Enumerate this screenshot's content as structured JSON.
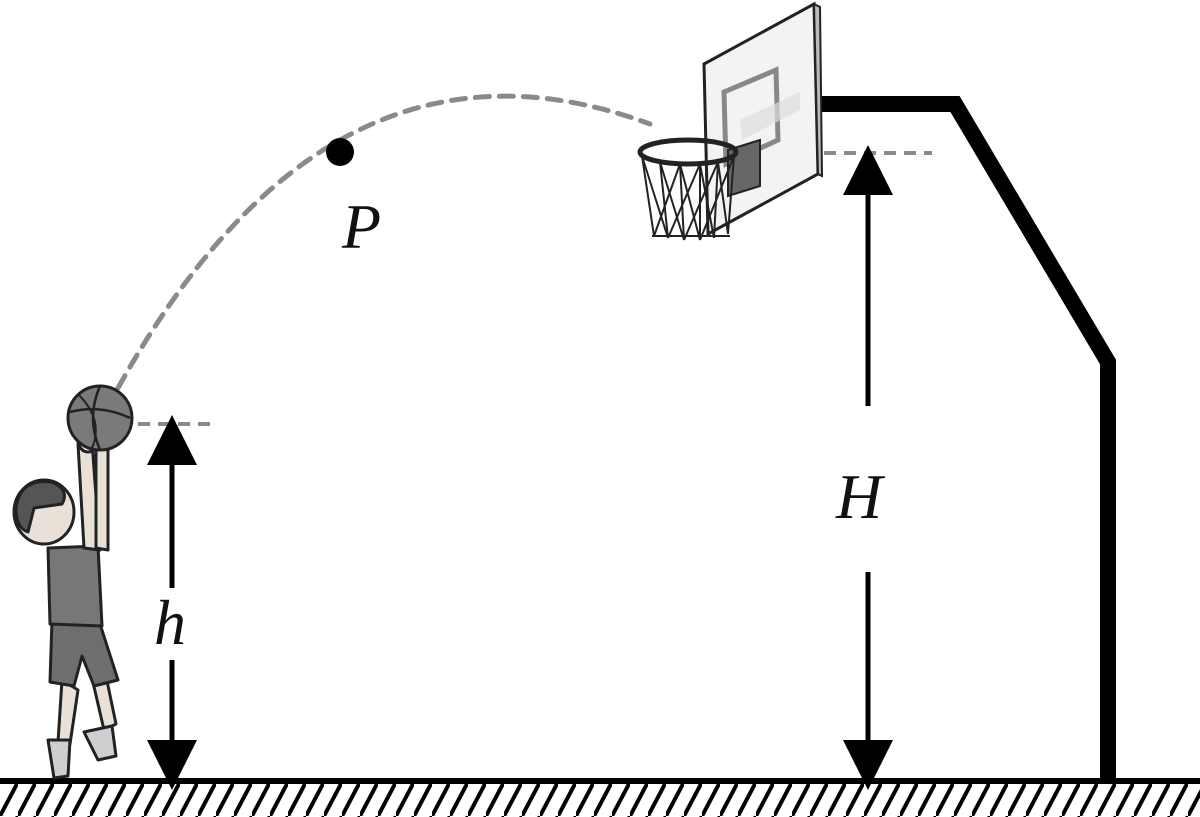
{
  "labels": {
    "point": "P",
    "shooter_height": "h",
    "hoop_height": "H"
  },
  "colors": {
    "ink": "#000000",
    "dash": "#8a8a8a",
    "ball": "#7a7a7a",
    "board": "#eaeaea"
  },
  "icons": {
    "player": "basketball-player-icon",
    "ball": "basketball-icon",
    "hoop": "basketball-hoop-icon"
  }
}
